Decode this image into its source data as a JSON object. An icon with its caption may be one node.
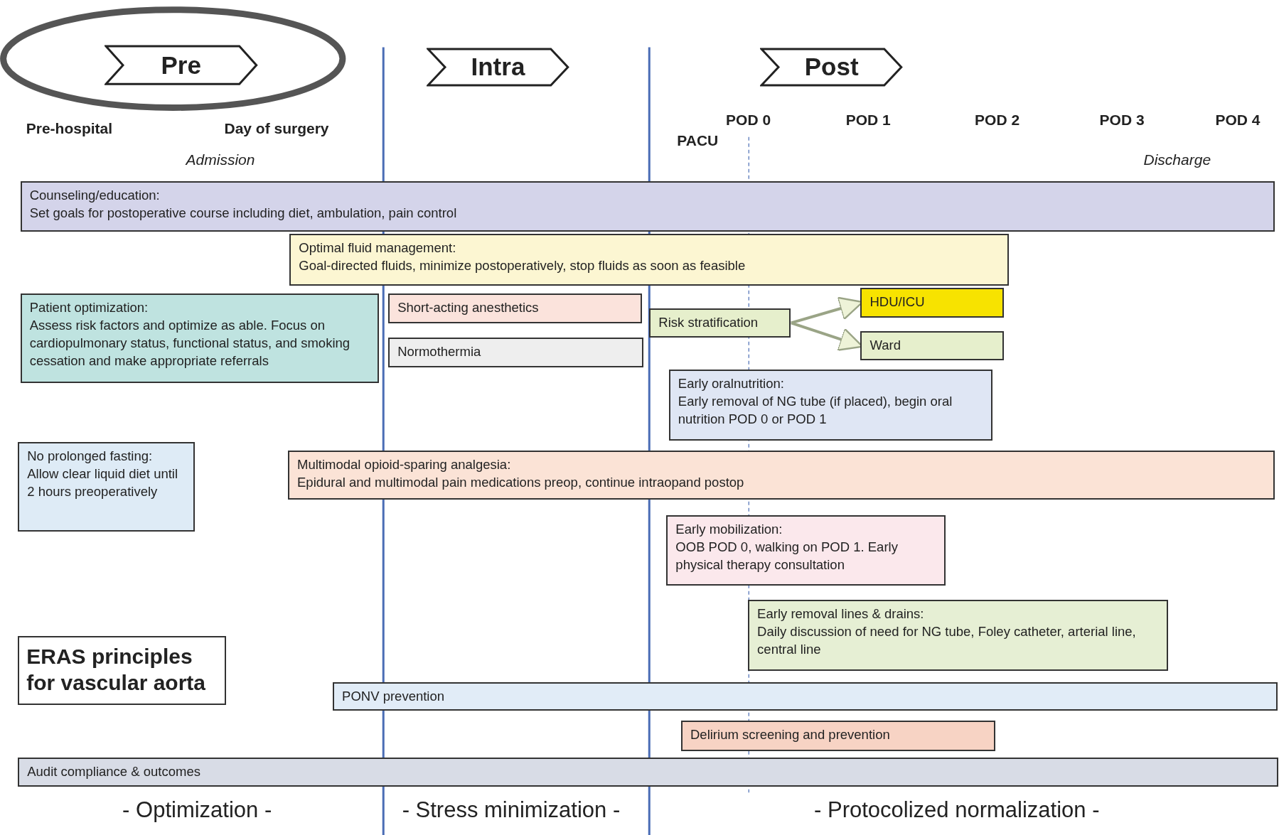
{
  "diagram": {
    "nodes": [
      {
        "text": [
          "Pre"
        ]
      },
      {
        "text": [
          "Intra"
        ]
      },
      {
        "text": [
          "Post"
        ]
      },
      {
        "text": [
          "Counseling/education:",
          "Set goals for postoperative course including diet, ambulation, pain control"
        ]
      },
      {
        "text": [
          "Optimal fluid management:",
          "Goal-directed fluids, minimize postoperatively, stop fluids as soon as feasible"
        ]
      },
      {
        "text": [
          "Patient optimization:",
          "Assess risk factors and optimize as able. Focus on cardiopulmonary status, functional status, and smoking cessation and make appropriate referrals"
        ]
      },
      {
        "text": [
          "Short-acting anesthetics"
        ]
      },
      {
        "text": [
          "Risk stratification"
        ]
      },
      {
        "text": [
          "HDU/ICU"
        ]
      },
      {
        "text": [
          "Normothermia"
        ]
      },
      {
        "text": [
          "Ward"
        ]
      },
      {
        "text": [
          "Early oralnutrition:",
          "Early removal of NG tube (if placed), begin oral nutrition POD 0 or POD 1"
        ]
      },
      {
        "text": [
          "No prolonged fasting:",
          "Allow clear liquid diet until 2 hours preoperatively"
        ]
      },
      {
        "text": [
          "Multimodal opioid-sparing analgesia:",
          "Epidural and multimodal pain medications preop, continue intraopand postop"
        ]
      },
      {
        "text": [
          "Early mobilization:",
          "OOB POD 0, walking on POD 1. Early physical therapy consultation"
        ]
      },
      {
        "text": [
          "Early removal lines & drains:",
          "Daily discussion of need for NG tube, Foley catheter, arterial line, central line"
        ]
      },
      {
        "text": [
          "ERAS principles for vascular aorta"
        ]
      },
      {
        "text": [
          "PONV prevention"
        ]
      },
      {
        "text": [
          "Delirium screening and prevention"
        ]
      },
      {
        "text": [
          "Audit compliance & outcomes"
        ]
      }
    ],
    "edges": [
      {
        "from": 7,
        "to": 8,
        "arrow": "to"
      },
      {
        "from": 7,
        "to": 10,
        "arrow": "to"
      }
    ],
    "labels": [
      "Pre-hospital",
      "Day of surgery",
      "POD 0",
      "POD 1",
      "POD 2",
      "POD 3",
      "POD 4",
      "PACU",
      "Admission",
      "Discharge",
      "- Optimization -",
      "- Stress minimization -",
      "- Protocolized normalization -"
    ]
  }
}
